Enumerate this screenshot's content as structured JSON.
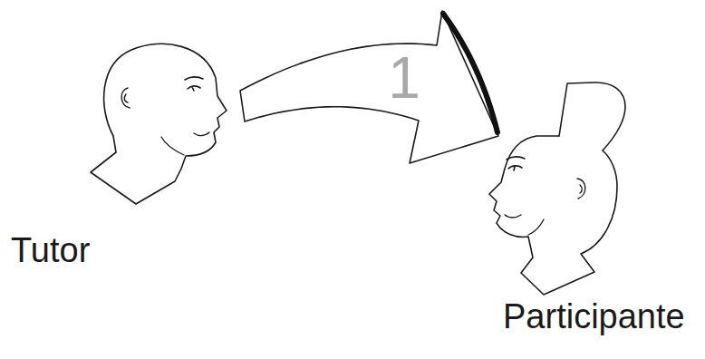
{
  "diagram": {
    "nodes": [
      {
        "text": [
          "Tutor"
        ]
      },
      {
        "text": [
          "Participante"
        ]
      }
    ],
    "edges": [
      {
        "from": 0,
        "to": 1,
        "arrow": "to",
        "label": "1"
      }
    ]
  }
}
